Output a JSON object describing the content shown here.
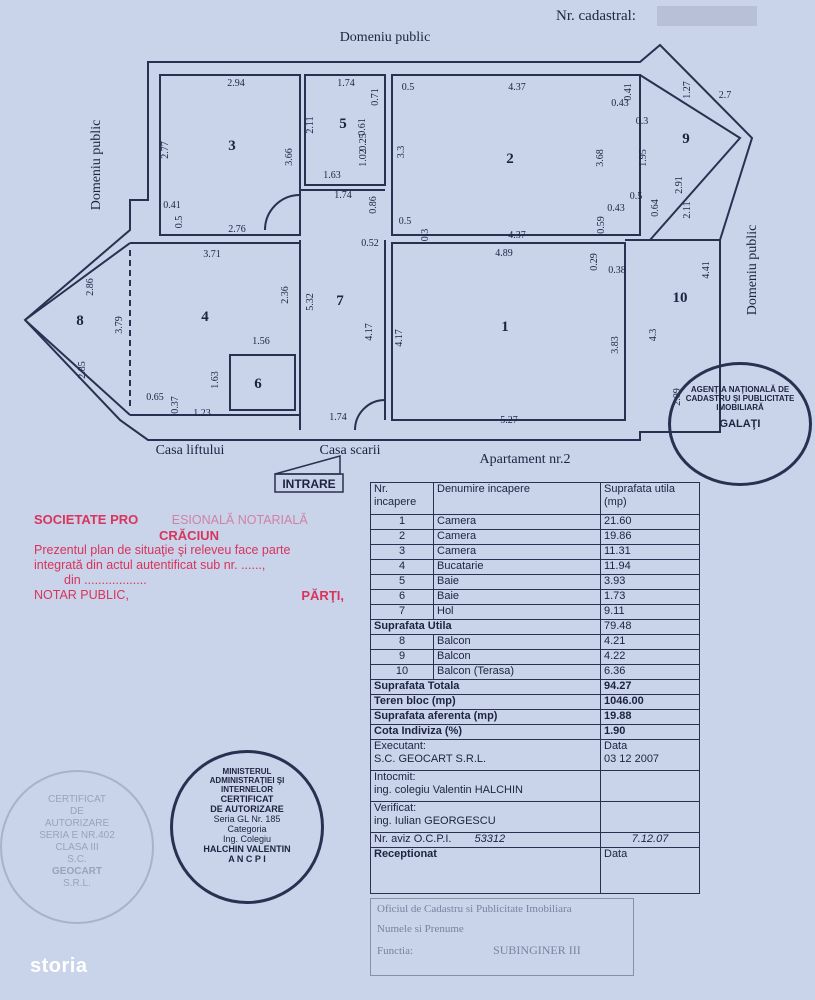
{
  "header": {
    "cadastral_label": "Nr. cadastral:"
  },
  "plan": {
    "labels": {
      "top": "Domeniu public",
      "left": "Domeniu public",
      "right": "Domeniu public",
      "lift": "Casa liftului",
      "stairs": "Casa scarii",
      "apartment": "Apartament nr.2",
      "entrance": "INTRARE"
    },
    "rooms": [
      "1",
      "2",
      "3",
      "4",
      "5",
      "6",
      "7",
      "8",
      "9",
      "10"
    ],
    "dims": [
      "2.94",
      "1.74",
      "0.71",
      "0.5",
      "4.37",
      "0.41",
      "1.27",
      "2.7",
      "0.43",
      "0.3",
      "2.77",
      "2.11",
      "3.66",
      "0.61",
      "0.25",
      "1.02",
      "3.3",
      "3.68",
      "1.95",
      "1.63",
      "0.41",
      "1.74",
      "0.5",
      "2.76",
      "0.86",
      "0.5",
      "0.3",
      "4.37",
      "0.59",
      "0.43",
      "0.5",
      "0.64",
      "2.91",
      "2.11",
      "3.71",
      "0.52",
      "4.89",
      "0.29",
      "0.38",
      "2.86",
      "2.36",
      "5.32",
      "3.79",
      "4.17",
      "4.17",
      "1.56",
      "3.83",
      "4.3",
      "4.41",
      "2.85",
      "1.63",
      "0.65",
      "0.37",
      "1.23",
      "1.74",
      "5.27",
      "2.09"
    ]
  },
  "notary_stamp": {
    "line1": "SOCIETATE PRO",
    "line1b": "ESIONALĂ NOTARIALĂ",
    "line2": "CRĂCIUN",
    "line3": "Prezentul plan de situaţie şi releveu face parte",
    "line4": "integrată din actul autentificat sub nr. ......,",
    "line5": "din ..................",
    "line6": "NOTAR PUBLIC,",
    "line7": "PĂRŢI,"
  },
  "table": {
    "headers": [
      "Nr. incapere",
      "Denumire incapere",
      "Suprafata utila (mp)"
    ],
    "rooms": [
      {
        "nr": "1",
        "name": "Camera",
        "area": "21.60"
      },
      {
        "nr": "2",
        "name": "Camera",
        "area": "19.86"
      },
      {
        "nr": "3",
        "name": "Camera",
        "area": "11.31"
      },
      {
        "nr": "4",
        "name": "Bucatarie",
        "area": "11.94"
      },
      {
        "nr": "5",
        "name": "Baie",
        "area": "3.93"
      },
      {
        "nr": "6",
        "name": "Baie",
        "area": "1.73"
      },
      {
        "nr": "7",
        "name": "Hol",
        "area": "9.11"
      }
    ],
    "useful_label": "Suprafata Utila",
    "useful_value": "79.48",
    "balconies": [
      {
        "nr": "8",
        "name": "Balcon",
        "area": "4.21"
      },
      {
        "nr": "9",
        "name": "Balcon",
        "area": "4.22"
      },
      {
        "nr": "10",
        "name": "Balcon (Terasa)",
        "area": "6.36"
      }
    ],
    "summary": [
      {
        "label": "Suprafata Totala",
        "value": "94.27"
      },
      {
        "label": "Teren bloc (mp)",
        "value": "1046.00"
      },
      {
        "label": "Suprafata aferenta (mp)",
        "value": "19.88"
      },
      {
        "label": "Cota Indiviza (%)",
        "value": "1.90"
      }
    ],
    "executant_label": "Executant:",
    "executant": "S.C. GEOCART S.R.L.",
    "date_label": "Data",
    "date": "03 12 2007",
    "intocmit_label": "Intocmit:",
    "intocmit": "ing. colegiu Valentin HALCHIN",
    "verificat_label": "Verificat:",
    "verificat": "ing. Iulian GEORGESCU",
    "aviz_label": "Nr. aviz O.C.P.I.",
    "aviz_value": "53312",
    "aviz_date": "7.12.07",
    "receptionat_label": "Receptionat",
    "receptionat_date_label": "Data",
    "reception_stamp": {
      "line1": "Oficiul de Cadastru si Publicitate Imobiliara",
      "line2": "Numele si Prenume",
      "line3": "Functia:",
      "line4": "SUBINGINER III"
    }
  },
  "stamps": {
    "ancpi": {
      "ring": "MINISTERUL ADMINISTRAŢIEI ŞI INTERNELOR",
      "l1": "CERTIFICAT",
      "l2": "DE AUTORIZARE",
      "l3": "Seria GL Nr. 185",
      "l4": "Categoria",
      "l5": "Ing. Colegiu",
      "l6": "HALCHIN VALENTIN",
      "bottom": "A N C P I"
    },
    "ocpi": {
      "ring": "AGENŢIA NAŢIONALĂ DE CADASTRU ŞI PUBLICITATE IMOBILIARĂ",
      "center": "GALAŢI"
    },
    "geocart": {
      "l1": "CERTIFICAT",
      "l2": "DE",
      "l3": "AUTORIZARE",
      "l4": "SERIA E NR.402",
      "l5": "CLASA III",
      "l6": "S.C.",
      "l7": "GEOCART",
      "l8": "S.R.L."
    }
  },
  "watermark": "storia",
  "colors": {
    "paper": "#c9d3ea",
    "ink": "#1d2340",
    "notary_red": "#d8345c"
  }
}
